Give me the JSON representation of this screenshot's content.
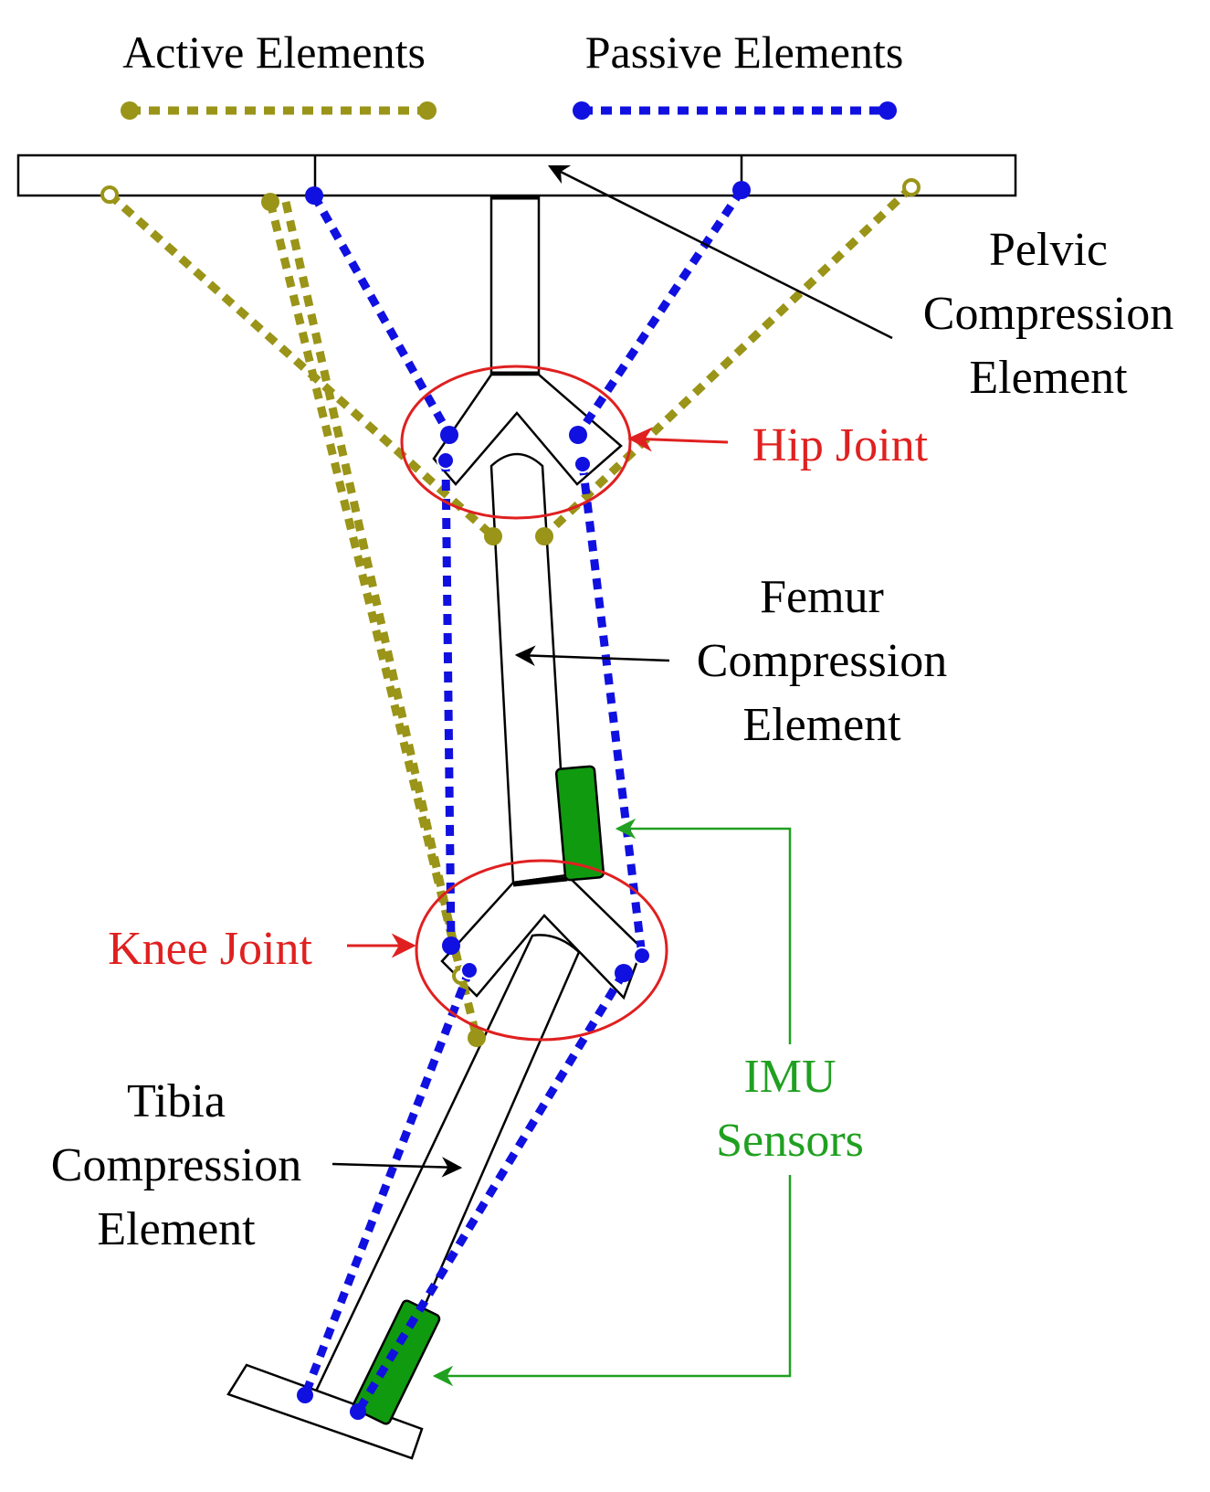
{
  "legend": {
    "active_label": "Active Elements",
    "passive_label": "Passive Elements"
  },
  "labels": {
    "pelvic": [
      "Pelvic",
      "Compression",
      "Element"
    ],
    "hip_joint": "Hip Joint",
    "femur": [
      "Femur",
      "Compression",
      "Element"
    ],
    "knee_joint": "Knee Joint",
    "imu": [
      "IMU",
      "Sensors"
    ],
    "tibia": [
      "Tibia",
      "Compression",
      "Element"
    ]
  },
  "colors": {
    "active": "#9a9418",
    "passive": "#1010e0",
    "joint_highlight": "#e02020",
    "imu": "#20a020",
    "imu_fill": "#109a10",
    "structure": "#000000"
  }
}
